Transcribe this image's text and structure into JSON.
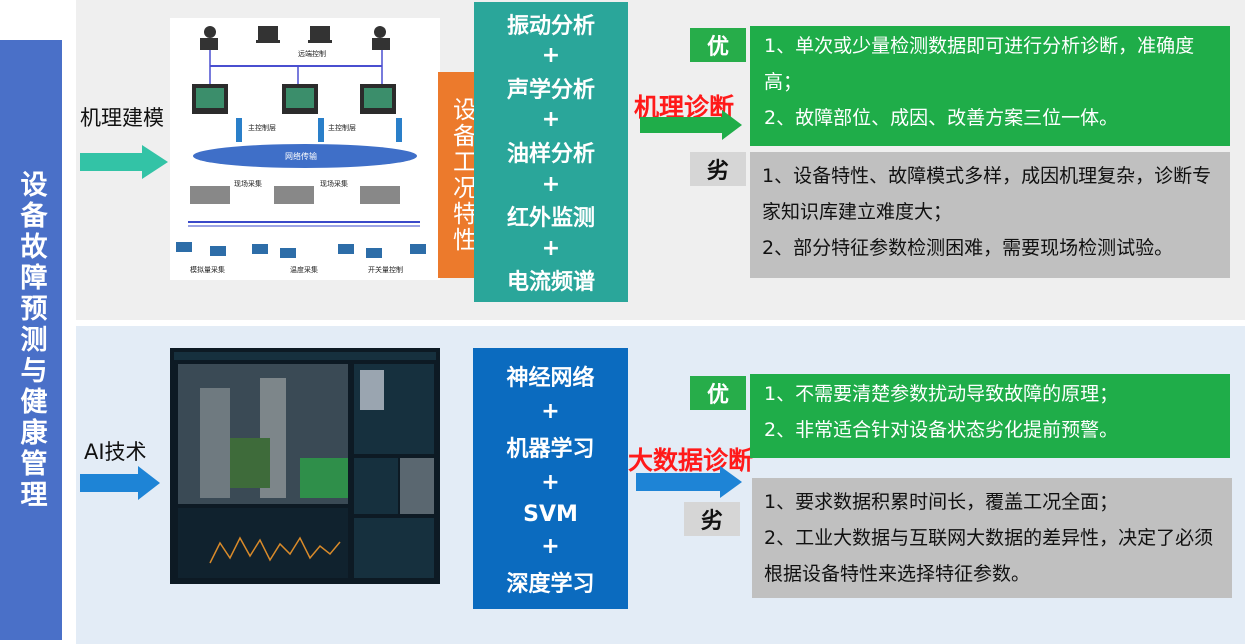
{
  "side_title": "设备故障预测与健康管理",
  "top": {
    "label": "机理建模",
    "feature_label": "设备工况特性",
    "methods": [
      "振动分析",
      "+",
      "声学分析",
      "+",
      "油样分析",
      "+",
      "红外监测",
      "+",
      "电流频谱"
    ],
    "diagnosis": "机理诊断",
    "pro_badge": "优",
    "con_badge": "劣",
    "pros": [
      "1、单次或少量检测数据即可进行分析诊断，准确度高；",
      "2、故障部位、成因、改善方案三位一体。"
    ],
    "cons": [
      "1、设备特性、故障模式多样，成因机理复杂，诊断专家知识库建立难度大；",
      "2、部分特征参数检测困难，需要现场检测试验。"
    ],
    "figure": {
      "remote": "远端控制",
      "main1": "主控制层",
      "main2": "主控制层",
      "network": "网络传输",
      "field1": "现场采集",
      "field2": "现场采集",
      "analog": "模拟量采集",
      "temp": "温度采集",
      "switch": "开关量控制"
    }
  },
  "bottom": {
    "label": "AI技术",
    "methods": [
      "神经网络",
      "+",
      "机器学习",
      "+",
      "SVM",
      "+",
      "深度学习"
    ],
    "diagnosis": "大数据诊断",
    "pro_badge": "优",
    "con_badge": "劣",
    "pros": [
      "1、不需要清楚参数扰动导致故障的原理；",
      "2、非常适合针对设备状态劣化提前预警。"
    ],
    "cons": [
      "1、要求数据积累时间长，覆盖工况全面；",
      "2、工业大数据与互联网大数据的差异性，决定了必须根据设备特性来选择特征参数。"
    ]
  },
  "colors": {
    "side": "#4a70c8",
    "teal": "#2aa69a",
    "blue": "#0b6bbf",
    "orange": "#ec7a2c",
    "green": "#1fad49",
    "gray": "#c0c0c0",
    "red": "#ff1a1a"
  }
}
